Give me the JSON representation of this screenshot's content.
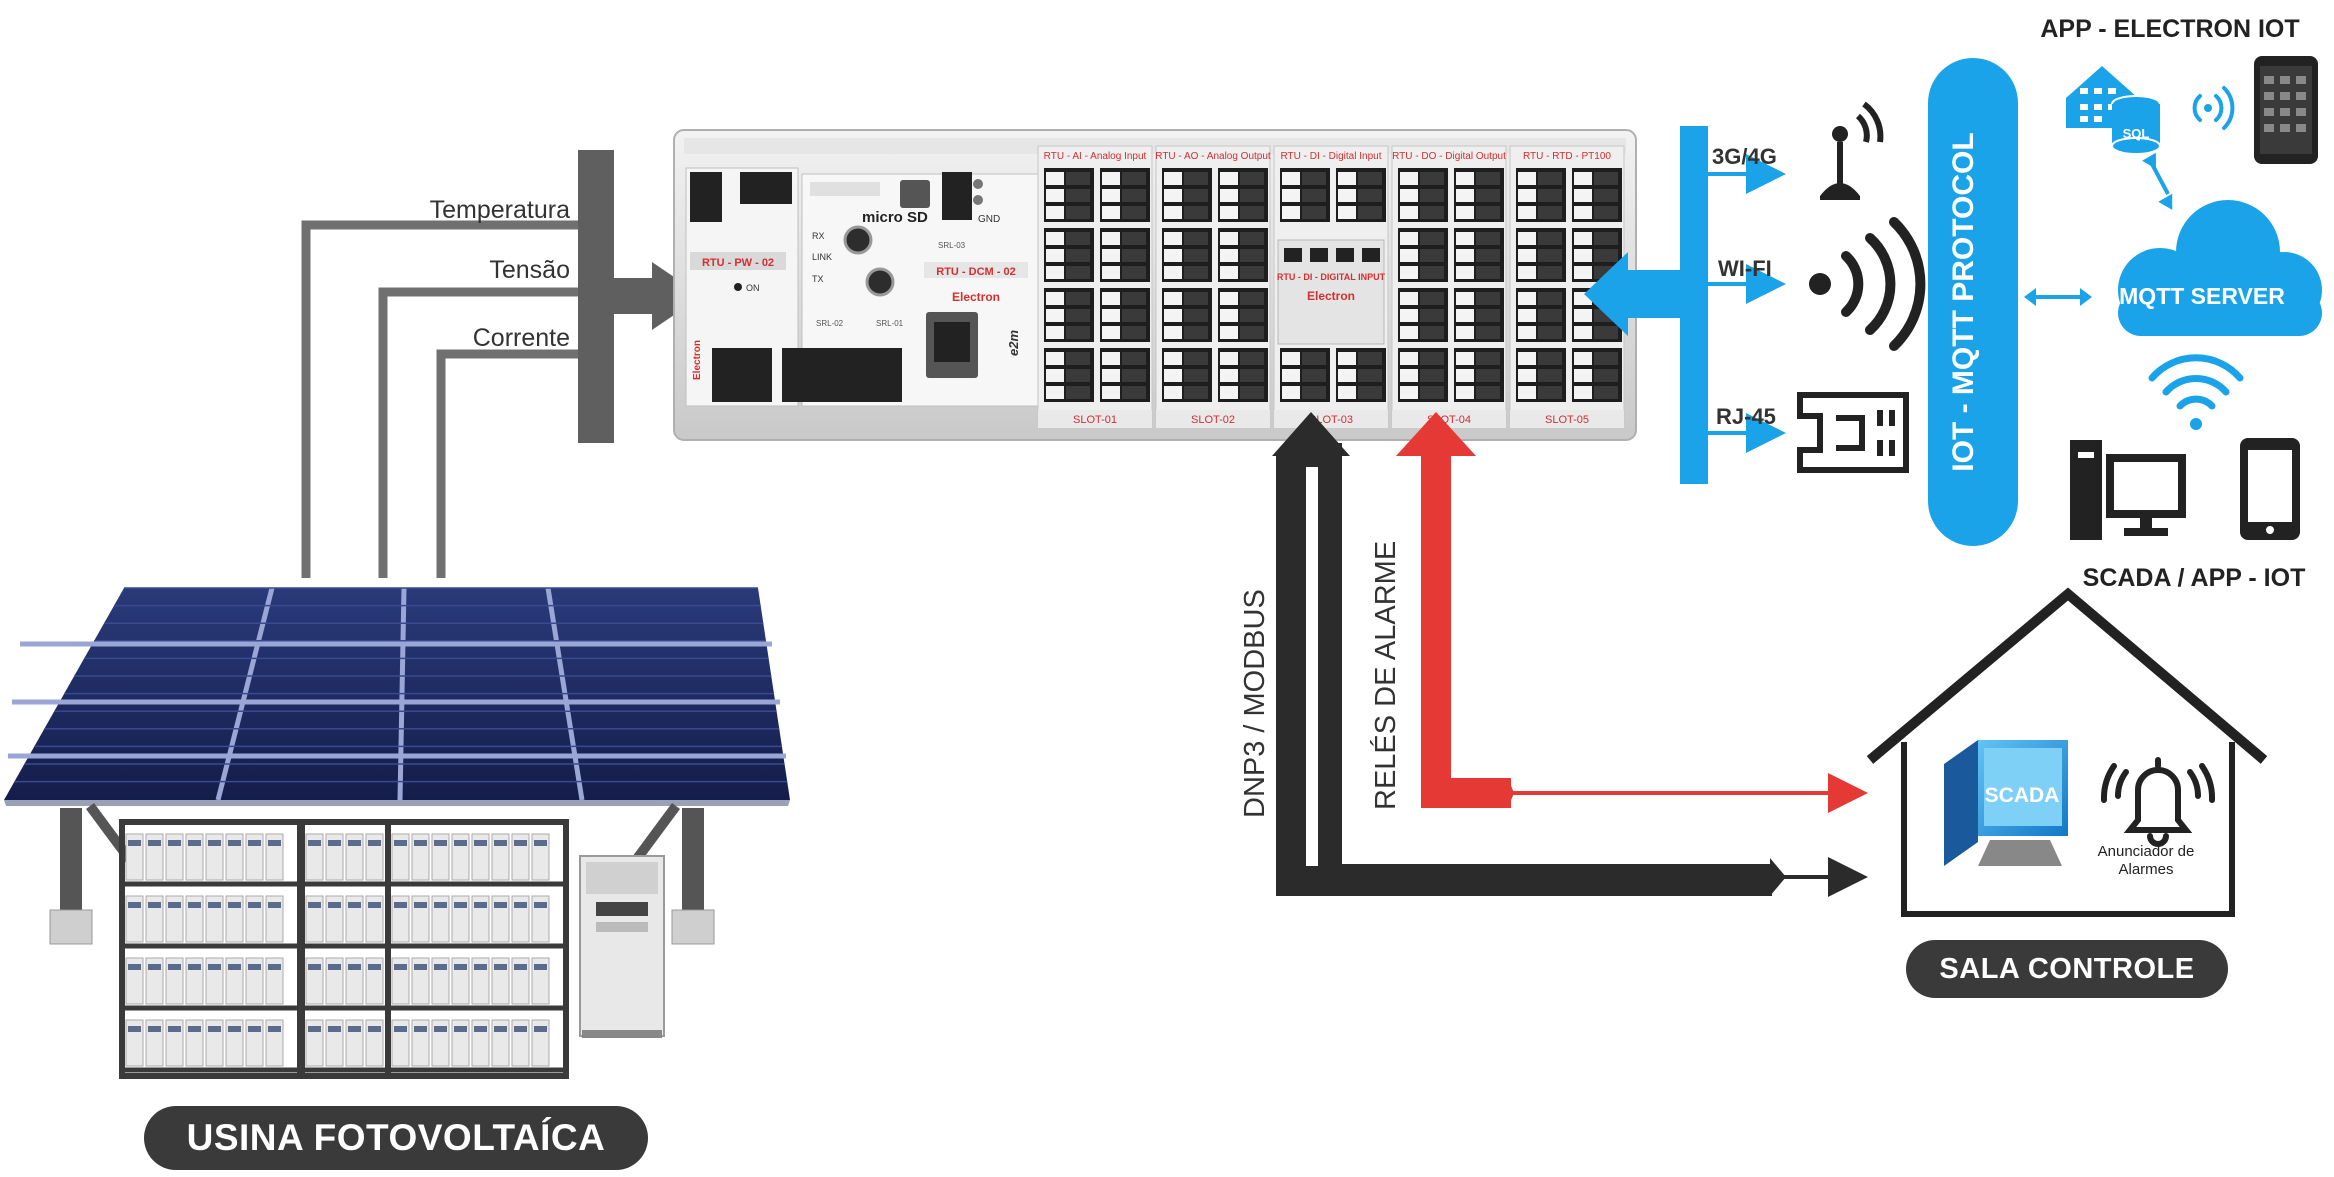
{
  "inputs": {
    "temperatura": "Temperatura",
    "tensao": "Tensão",
    "corrente": "Corrente"
  },
  "rtu": {
    "slot_headers": [
      "RTU - AI - Analog Input",
      "RTU - AO - Analog Output",
      "RTU - DI - Digital Input",
      "RTU - DO - Digital Output",
      "RTU - RTD - PT100"
    ],
    "slot_labels": [
      "SLOT-01",
      "SLOT-02",
      "SLOT-03",
      "SLOT-04",
      "SLOT-05"
    ],
    "pw_label": "RTU - PW - 02",
    "dcm_label": "RTU - DCM - 02",
    "di_mid_label": "RTU - DI - DIGITAL INPUT",
    "brand": "Electron",
    "micro": "micro SD",
    "gnd": "GND",
    "e2m": "e2m",
    "rx": "RX",
    "tx": "TX",
    "link": "LINK",
    "on": "ON",
    "srl_a": "SRL-02",
    "srl_b": "SRL-01",
    "srl_c": "SRL-03"
  },
  "comm": {
    "g34": "3G/4G",
    "wifi": "WI-FI",
    "rj45": "RJ-45",
    "iot_bar": "IOT - MQTT PROTOCOL",
    "mqtt_server": "MQTT SERVER",
    "app_title": "APP - ELECTRON IOT",
    "sql": "SQL",
    "scada_app": "SCADA / APP - IOT"
  },
  "links": {
    "dnp3": "DNP3 / MODBUS",
    "reles": "RELÉS DE ALARME"
  },
  "sala": {
    "scada": "SCADA",
    "anunciador1": "Anunciador de",
    "anunciador2": "Alarmes",
    "title": "SALA CONTROLE"
  },
  "usina": {
    "title": "USINA FOTOVOLTAÍCA"
  },
  "colors": {
    "blue": "#1aa3e8",
    "red": "#e53935",
    "dark": "#2b2b2b",
    "gray": "#707070"
  }
}
